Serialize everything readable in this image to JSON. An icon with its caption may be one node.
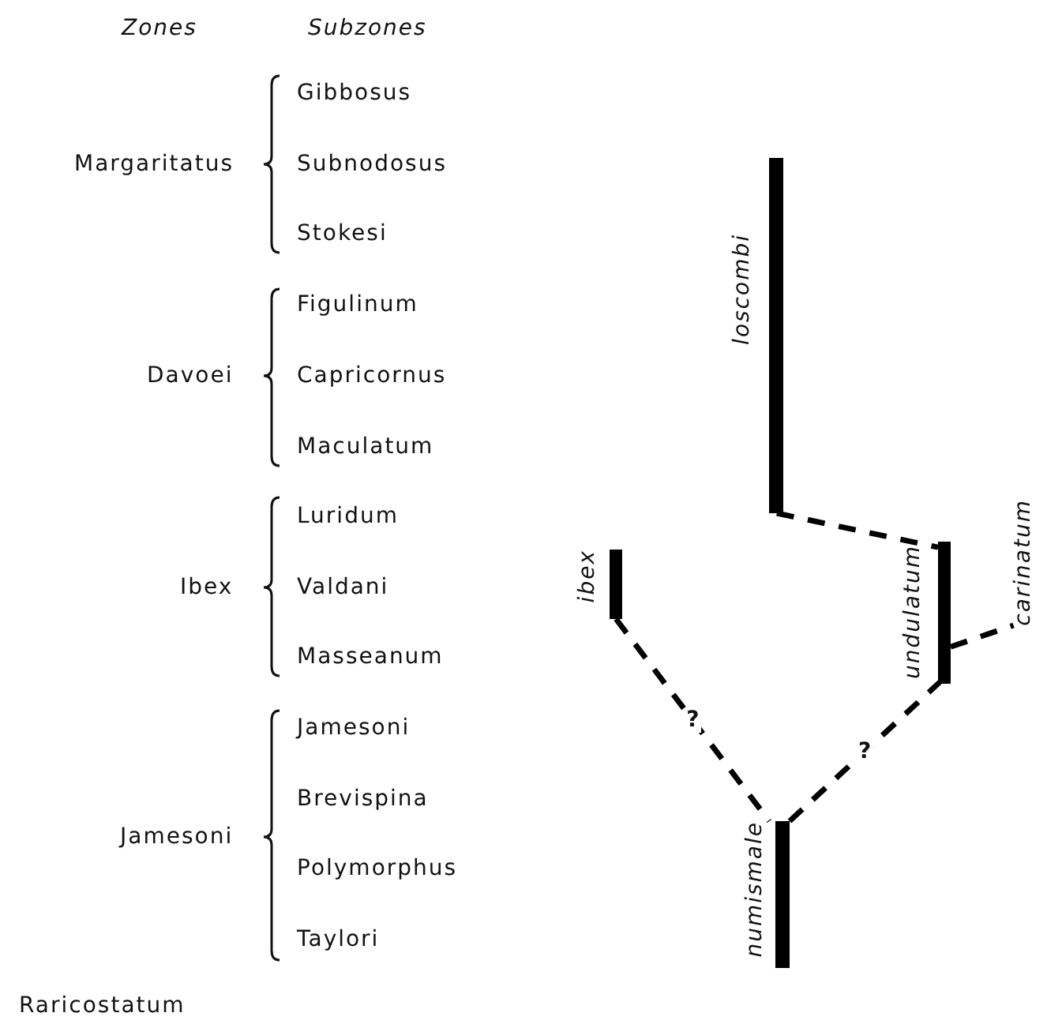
{
  "diagram": {
    "nodes": [
      {
        "text": [
          "loscombi"
        ]
      },
      {
        "text": [
          "carinatum"
        ]
      },
      {
        "text": [
          "undulatum"
        ]
      },
      {
        "text": [
          "ibex"
        ]
      },
      {
        "text": [
          "numismale"
        ]
      }
    ],
    "edges": [
      {
        "from": 0,
        "to": 2,
        "arrow": "none",
        "style": "dashed"
      },
      {
        "from": 2,
        "to": 1,
        "arrow": "none",
        "style": "dashed"
      },
      {
        "from": 3,
        "to": 4,
        "arrow": "none",
        "style": "dashed",
        "label": "?"
      },
      {
        "from": 4,
        "to": 2,
        "arrow": "none",
        "style": "dashed",
        "label": "?"
      }
    ],
    "labels": [
      "Zones",
      "Subzones",
      "Margaritatus",
      "Gibbosus",
      "Subnodosus",
      "Stokesi",
      "Davoei",
      "Figulinum",
      "Capricornus",
      "Maculatum",
      "Ibex",
      "Luridum",
      "Valdani",
      "Masseanum",
      "Jamesoni",
      "Jamesoni",
      "Brevispina",
      "Polymorphus",
      "Taylori",
      "Raricostatum"
    ]
  }
}
